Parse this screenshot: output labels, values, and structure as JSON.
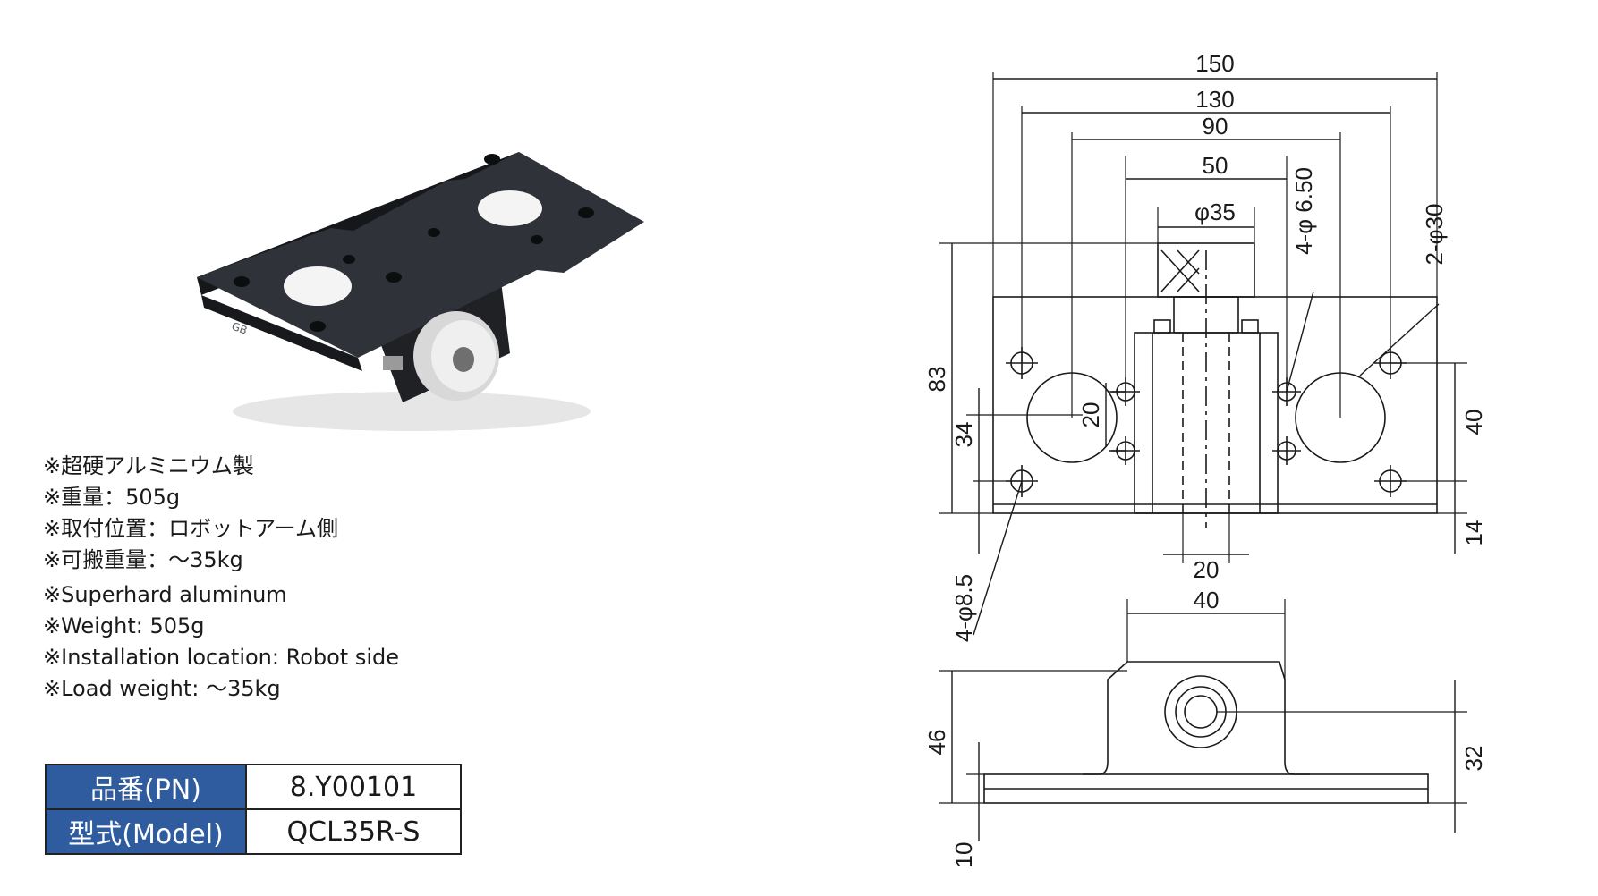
{
  "specs_jp": [
    "※超硬アルミニウム製",
    "※重量：505g",
    "※取付位置：ロボットアーム側",
    "※可搬重量：～35kg"
  ],
  "specs_en": [
    "※Superhard aluminum",
    "※Weight: 505g",
    "※Installation location: Robot side",
    "※Load weight: ～35kg"
  ],
  "table": {
    "pn_label": "品番(PN)",
    "pn_value": "8.Y00101",
    "model_label": "型式(Model)",
    "model_value": "QCL35R-S"
  },
  "photo": {
    "logo_text": "GB"
  },
  "colors": {
    "table_header_bg": "#2f5c9e",
    "table_header_text": "#ffffff",
    "part_body": "#2a2c31",
    "knob": "#e9e9e9"
  },
  "dims": {
    "d150": "150",
    "d130": "130",
    "d90": "90",
    "d50": "50",
    "d_phi35": "φ35",
    "d_4phi650": "4-φ 6.50",
    "d_2phi30": "2-φ30",
    "d83": "83",
    "d34": "34",
    "d20v": "20",
    "d40r": "40",
    "d14": "14",
    "d20b": "20",
    "d_4phi85": "4-φ8.5",
    "d40b": "40",
    "d46": "46",
    "d32": "32",
    "d10": "10"
  }
}
